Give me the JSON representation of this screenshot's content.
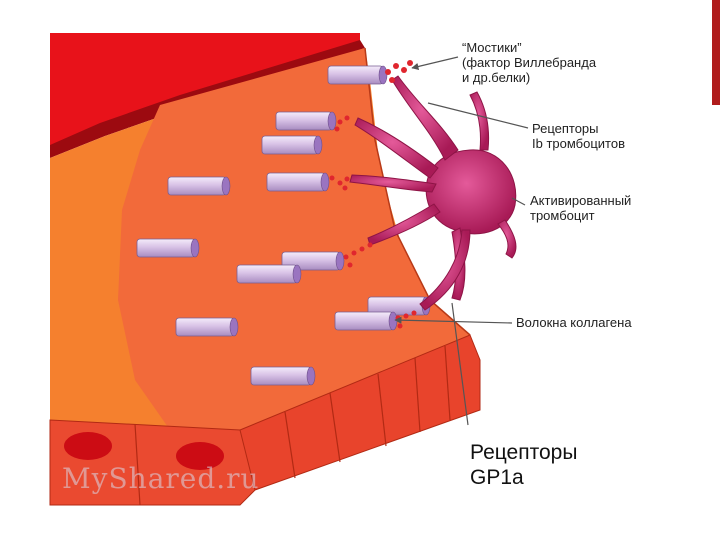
{
  "labels": {
    "bridges": [
      "“Мостики”",
      "(фактор Виллебранда",
      "и др.белки)"
    ],
    "receptors_ib": [
      "Рецепторы",
      "Ib тромбоцитов"
    ],
    "platelet": [
      "Активированный",
      "тромбоцит"
    ],
    "collagen": [
      "Волокна коллагена"
    ],
    "receptors_gp1a": [
      "Рецепторы",
      "GP1a"
    ]
  },
  "watermark": "MyShared.ru",
  "colors": {
    "vessel_lumen": "#e8121a",
    "vessel_wall": "#f5802e",
    "subendothelium": "#f26a3a",
    "endothelium": "#e8442c",
    "nucleus": "#cc0c14",
    "platelet": "#c2246a",
    "fiber": "#d9c4e8",
    "accent": "#b01c1c"
  }
}
